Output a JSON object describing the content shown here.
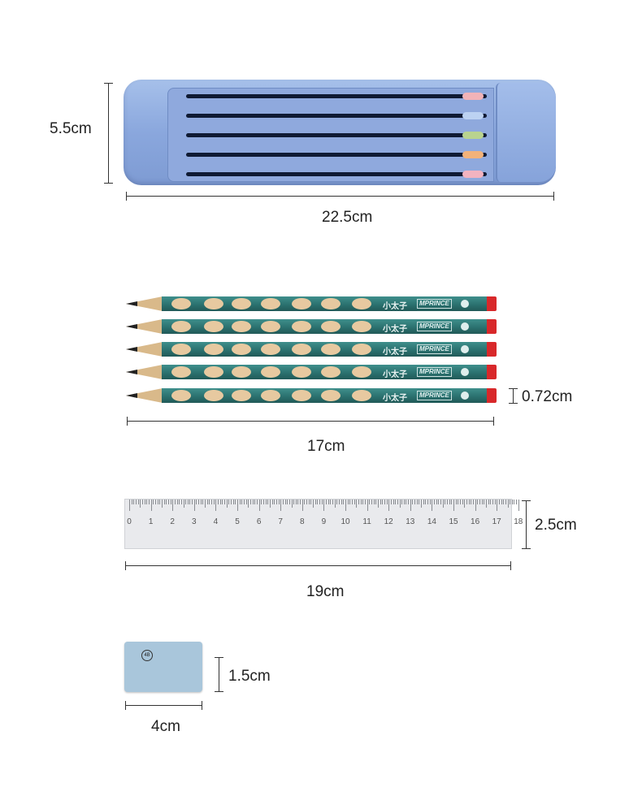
{
  "case": {
    "width_label": "22.5cm",
    "height_label": "5.5cm",
    "color": "#8fa9dd",
    "slider_colors": [
      "#f2b3b8",
      "#bcd2f2",
      "#b9d38f",
      "#f2b27a",
      "#f2b3c0"
    ]
  },
  "pencils": {
    "count": 5,
    "length_label": "17cm",
    "diameter_label": "0.72cm",
    "brand_cn": "小太子",
    "brand_en": "MPRINCE",
    "body_color": "#2a6f6d",
    "end_color": "#d8282a"
  },
  "ruler": {
    "length_label": "19cm",
    "height_label": "2.5cm",
    "scale_numbers": [
      "0",
      "1",
      "2",
      "3",
      "4",
      "5",
      "6",
      "7",
      "8",
      "9",
      "10",
      "11",
      "12",
      "13",
      "14",
      "15",
      "16",
      "17",
      "18"
    ]
  },
  "eraser": {
    "width_label": "4cm",
    "height_label": "1.5cm",
    "logo": "4B",
    "color": "#a9c6db"
  }
}
